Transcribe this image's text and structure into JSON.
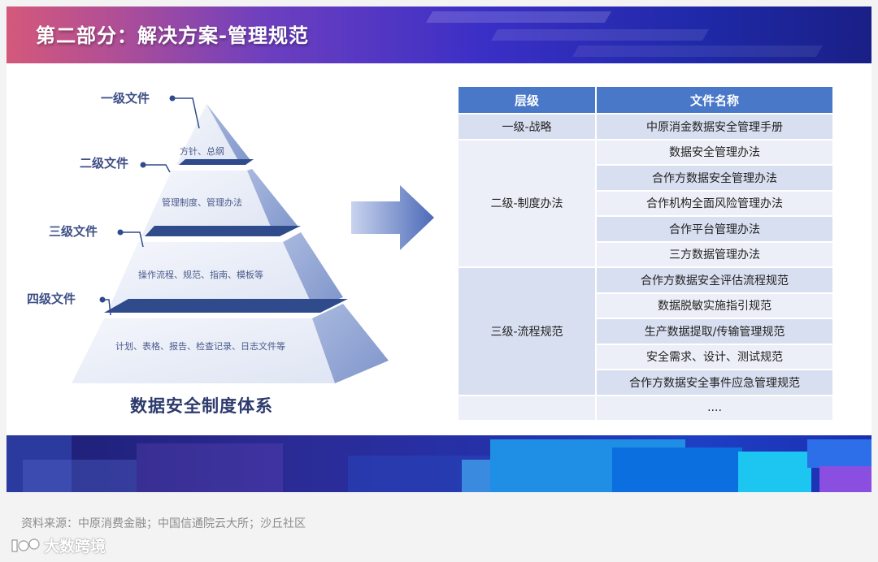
{
  "header": {
    "title": "第二部分：解决方案-管理规范"
  },
  "pyramid": {
    "title": "数据安全制度体系",
    "levels": [
      {
        "label": "一级文件",
        "content": "方针、总纲"
      },
      {
        "label": "二级文件",
        "content": "管理制度、管理办法"
      },
      {
        "label": "三级文件",
        "content": "操作流程、规范、指南、模板等"
      },
      {
        "label": "四级文件",
        "content": "计划、表格、报告、检查记录、日志文件等"
      }
    ]
  },
  "table": {
    "headers": [
      "层级",
      "文件名称"
    ],
    "groups": [
      {
        "level": "一级-战略",
        "files": [
          "中原消金数据安全管理手册"
        ]
      },
      {
        "level": "二级-制度办法",
        "files": [
          "数据安全管理办法",
          "合作方数据安全管理办法",
          "合作机构全面风险管理办法",
          "合作平台管理办法",
          "三方数据管理办法"
        ]
      },
      {
        "level": "三级-流程规范",
        "files": [
          "合作方数据安全评估流程规范",
          "数据脱敏实施指引规范",
          "生产数据提取/传输管理规范",
          "安全需求、设计、测试规范",
          "合作方数据安全事件应急管理规范"
        ]
      }
    ],
    "ellipsis": "...."
  },
  "source": "资料来源：中原消费金融；中国信通院云大所；沙丘社区",
  "watermark": {
    "text": "大数跨境"
  },
  "colors": {
    "header_start": "#d4587a",
    "header_end": "#1a1f86",
    "table_header": "#4a78c8",
    "pyramid_dark": "#2f4b8c"
  }
}
